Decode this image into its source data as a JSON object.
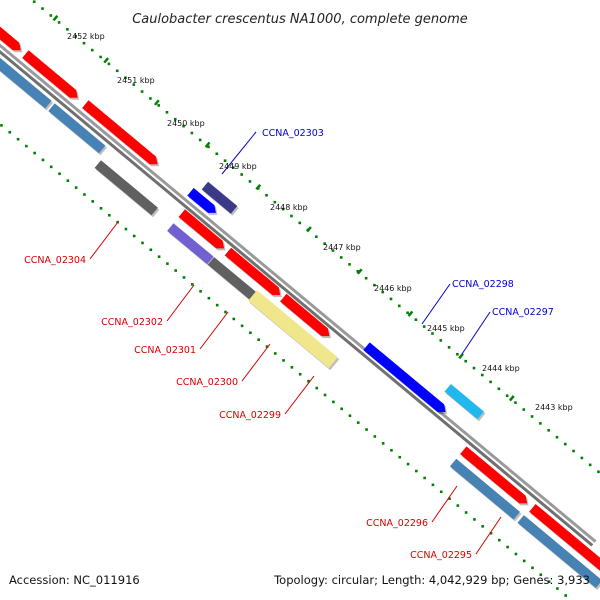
{
  "title": "Caulobacter crescentus NA1000, complete genome",
  "accession_text": "Accession: NC_011916",
  "summary_text": "Topology: circular; Length: 4,042,929 bp; Genes: 3,933",
  "colors": {
    "forward_gene": "#ff0000",
    "reverse_gene": "#4682b4",
    "gray_gene": "#606060",
    "navy_gene": "#3a3a88",
    "blue_gene": "#0000ff",
    "cyan_gene": "#22b8ee",
    "lavender_gene": "#7060d0",
    "yellow_gene": "#f0e68c",
    "backbone": "#808080",
    "tick_dots": "#008000",
    "red_label": "#d40000",
    "blue_label": "#0000cc"
  },
  "scale_ticks": [
    {
      "label": "2452 kbp"
    },
    {
      "label": "2451 kbp"
    },
    {
      "label": "2450 kbp"
    },
    {
      "label": "2449 kbp"
    },
    {
      "label": "2448 kbp"
    },
    {
      "label": "2447 kbp"
    },
    {
      "label": "2446 kbp"
    },
    {
      "label": "2445 kbp"
    },
    {
      "label": "2444 kbp"
    },
    {
      "label": "2443 kbp"
    }
  ],
  "gene_labels": [
    {
      "name": "CCNA_02303",
      "color": "blue"
    },
    {
      "name": "CCNA_02298",
      "color": "blue"
    },
    {
      "name": "CCNA_02297",
      "color": "blue"
    },
    {
      "name": "CCNA_02304",
      "color": "red"
    },
    {
      "name": "CCNA_02302",
      "color": "red"
    },
    {
      "name": "CCNA_02301",
      "color": "red"
    },
    {
      "name": "CCNA_02300",
      "color": "red"
    },
    {
      "name": "CCNA_02299",
      "color": "red"
    },
    {
      "name": "CCNA_02296",
      "color": "red"
    },
    {
      "name": "CCNA_02295",
      "color": "red"
    }
  ]
}
